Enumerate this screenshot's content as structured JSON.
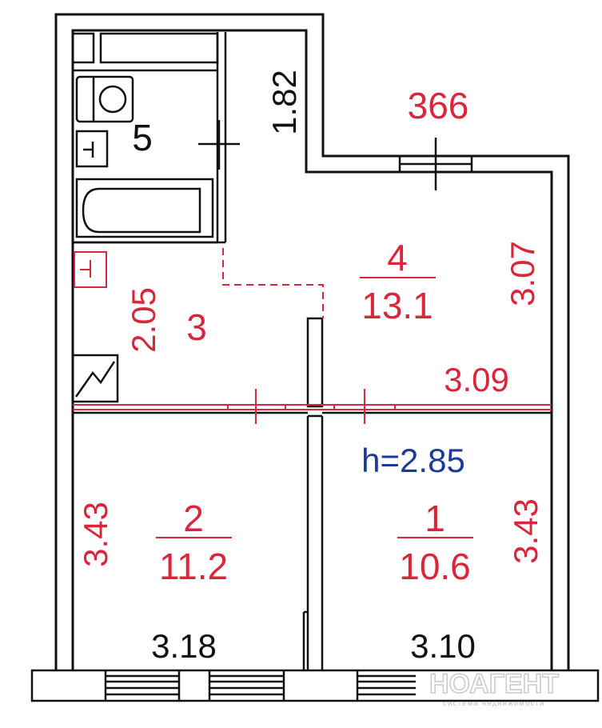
{
  "plan": {
    "colors": {
      "wall": "#111111",
      "red": "#d9263d",
      "blue": "#1d3a9a",
      "watermark": "#c9c9c9"
    },
    "rooms": [
      {
        "id": "room-5",
        "number": "5",
        "area": ""
      },
      {
        "id": "room-4",
        "number": "4",
        "area": "13.1"
      },
      {
        "id": "room-3",
        "number": "3",
        "area": ""
      },
      {
        "id": "room-2",
        "number": "2",
        "area": "11.2"
      },
      {
        "id": "room-1",
        "number": "1",
        "area": "10.6"
      }
    ],
    "dimensions": {
      "corridor_length": "1.82",
      "room4_top": "366",
      "room4_right": "3.07",
      "room3_left": "2.05",
      "room4_bottom": "3.09",
      "room2_left": "3.43",
      "room1_right": "3.43",
      "room2_bottom": "3.18",
      "room1_bottom": "3.10"
    },
    "ceiling_height": "h=2.85",
    "watermark": {
      "brand": "НОАГЕНТ",
      "tagline": "система недвижимости"
    }
  }
}
